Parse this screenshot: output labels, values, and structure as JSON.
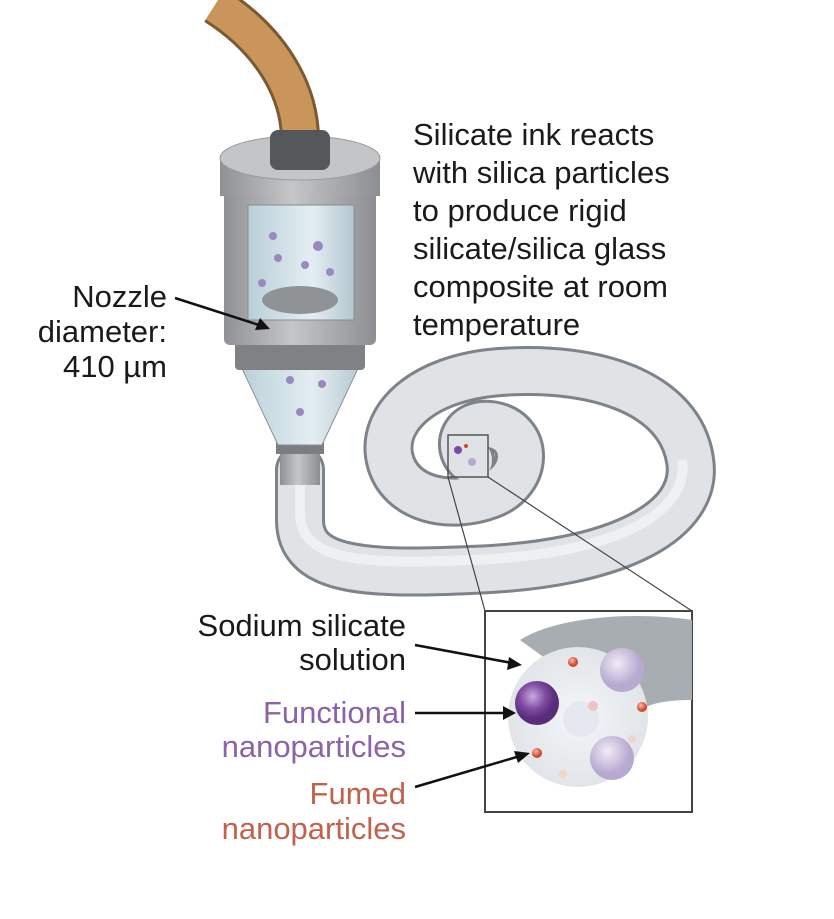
{
  "title_text": [
    "Silicate ink reacts",
    "with silica particles",
    "to produce rigid",
    "silicate/silica glass",
    "composite at room",
    "temperature"
  ],
  "nozzle_label": [
    "Nozzle",
    "diameter:",
    "410 µm"
  ],
  "components": [
    {
      "lines": [
        "Sodium silicate",
        "solution"
      ],
      "color": "#1a1a1a"
    },
    {
      "lines": [
        "Functional",
        "nanoparticles"
      ],
      "color": "#8a63a8"
    },
    {
      "lines": [
        "Fumed",
        "nanoparticles"
      ],
      "color": "#c2624c"
    }
  ],
  "colors": {
    "tube": "#c9955a",
    "nozzle": "#a9abad",
    "filament": "#dfe3e6",
    "functional": "#8a63a8",
    "fumed": "#d9553e"
  }
}
